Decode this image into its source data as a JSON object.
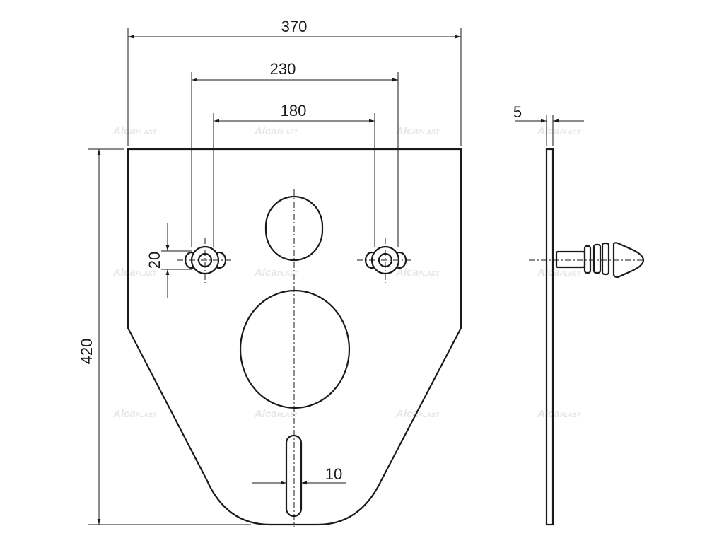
{
  "dimensions": {
    "width_total": "370",
    "width_outer_holes": "230",
    "width_inner_holes": "180",
    "height_total": "420",
    "hole_height": "20",
    "slot_width": "10",
    "thickness": "5"
  },
  "watermark": {
    "brand_main": "Alca",
    "brand_sub": "PLAST"
  },
  "colors": {
    "line": "#1a1a1a",
    "watermark": "#e6e6e6",
    "background": "#ffffff"
  }
}
